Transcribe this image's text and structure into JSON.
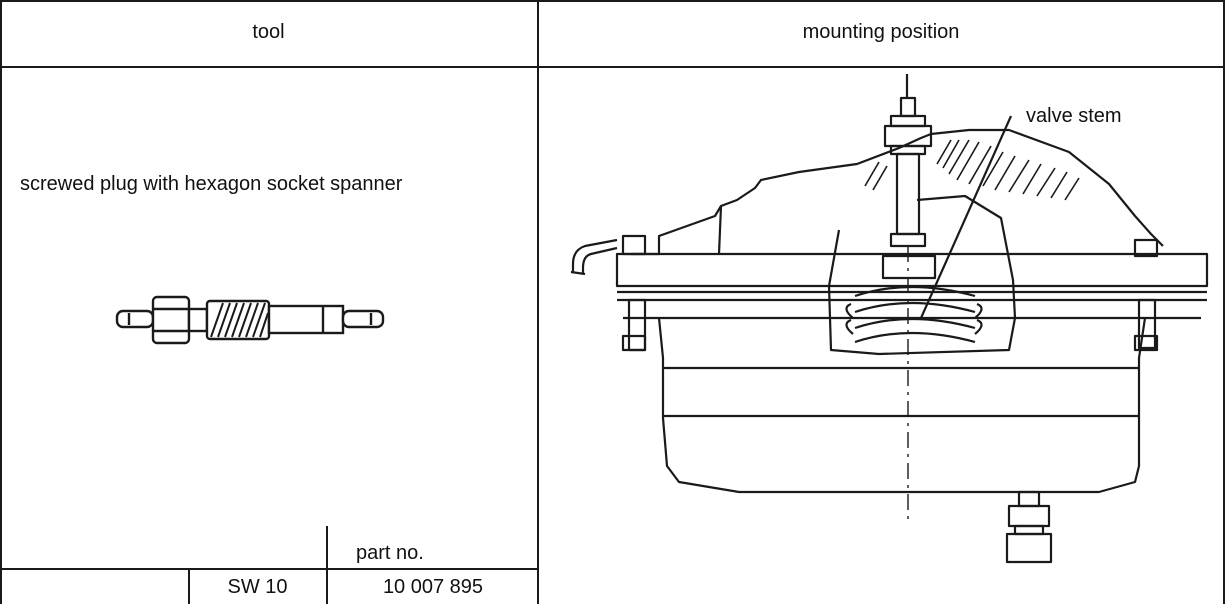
{
  "table": {
    "header_tool": "tool",
    "header_mounting": "mounting position",
    "tool_description": "screwed plug with hexagon socket spanner",
    "part_no_label": "part no.",
    "size_value": "SW 10",
    "part_no_value": "10 007 895"
  },
  "drawing": {
    "callout_label": "valve stem"
  },
  "icons": {
    "tool_drawing": "screwed-plug-drawing",
    "assembly_drawing": "brake-chamber-assembly-drawing"
  }
}
